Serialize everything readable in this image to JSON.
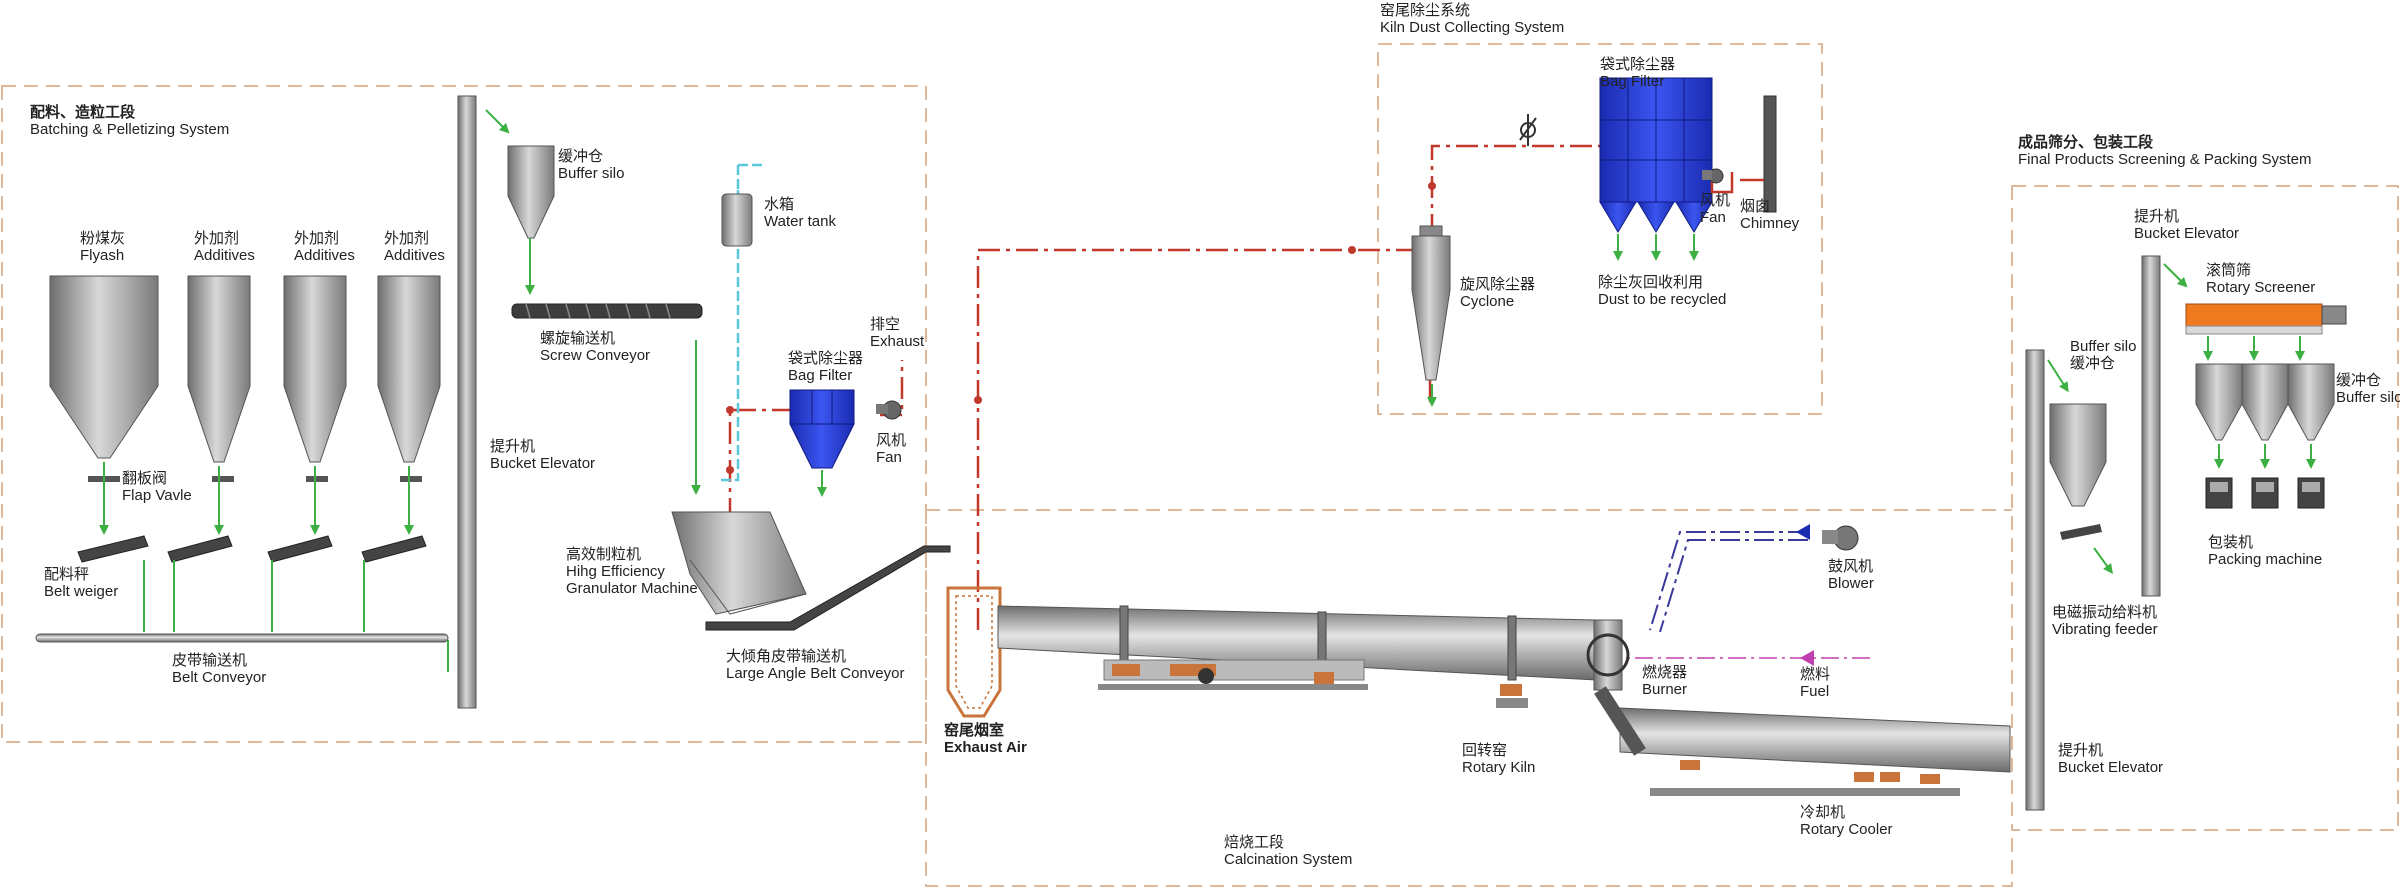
{
  "sections": {
    "batching": {
      "cn": "配料、造粒工段",
      "en": "Batching & Pelletizing System"
    },
    "kiln_dust": {
      "cn": "窑尾除尘系统",
      "en": "Kiln Dust Collecting System"
    },
    "final_products": {
      "cn": "成品筛分、包装工段",
      "en": "Final Products Screening & Packing System"
    },
    "calcination": {
      "cn": "焙烧工段",
      "en": "Calcination System"
    }
  },
  "equipment": {
    "flyash": {
      "cn": "粉煤灰",
      "en": "Flyash"
    },
    "additives1": {
      "cn": "外加剂",
      "en": "Additives"
    },
    "additives2": {
      "cn": "外加剂",
      "en": "Additives"
    },
    "additives3": {
      "cn": "外加剂",
      "en": "Additives"
    },
    "flap_valve": {
      "cn": "翻板阀",
      "en": "Flap Vavle"
    },
    "belt_weiger": {
      "cn": "配料秤",
      "en": "Belt weiger"
    },
    "belt_conveyor": {
      "cn": "皮带输送机",
      "en": "Belt Conveyor"
    },
    "bucket_elevator1": {
      "cn": "提升机",
      "en": "Bucket Elevator"
    },
    "buffer_silo1": {
      "cn": "缓冲仓",
      "en": "Buffer silo"
    },
    "screw_conveyor": {
      "cn": "螺旋输送机",
      "en": "Screw Conveyor"
    },
    "water_tank": {
      "cn": "水箱",
      "en": "Water tank"
    },
    "bag_filter1": {
      "cn": "袋式除尘器",
      "en": "Bag Filter"
    },
    "exhaust": {
      "cn": "排空",
      "en": "Exhaust"
    },
    "fan1": {
      "cn": "风机",
      "en": "Fan"
    },
    "granulator": {
      "cn": "高效制粒机",
      "en1": "Hihg Efficiency",
      "en2": "Granulator Machine"
    },
    "large_belt": {
      "cn": "大倾角皮带输送机",
      "en": "Large Angle Belt Conveyor"
    },
    "cyclone": {
      "cn": "旋风除尘器",
      "en": "Cyclone"
    },
    "bag_filter2": {
      "cn": "袋式除尘器",
      "en": "Bag Filter"
    },
    "fan2": {
      "cn": "风机",
      "en": "Fan"
    },
    "chimney": {
      "cn": "烟囱",
      "en": "Chimney"
    },
    "dust_recycled": {
      "cn": "除尘灰回收利用",
      "en": "Dust to be recycled"
    },
    "exhaust_air": {
      "cn": "窑尾烟室",
      "en": "Exhaust Air"
    },
    "rotary_kiln": {
      "cn": "回转窑",
      "en": "Rotary Kiln"
    },
    "blower": {
      "cn": "鼓风机",
      "en": "Blower"
    },
    "burner": {
      "cn": "燃烧器",
      "en": "Burner"
    },
    "fuel": {
      "cn": "燃料",
      "en": "Fuel"
    },
    "rotary_cooler": {
      "cn": "冷却机",
      "en": "Rotary Cooler"
    },
    "bucket_elevator2": {
      "cn": "提升机",
      "en": "Bucket Elevator"
    },
    "buffer_silo2": {
      "en": "Buffer silo",
      "cn": "缓冲仓"
    },
    "vibrating_feeder": {
      "cn": "电磁振动给料机",
      "en": "Vibrating feeder"
    },
    "bucket_elevator3": {
      "cn": "提升机",
      "en": "Bucket Elevator"
    },
    "rotary_screener": {
      "cn": "滚筒筛",
      "en": "Rotary Screener"
    },
    "buffer_silo3": {
      "cn": "缓冲仓",
      "en": "Buffer silo"
    },
    "packing": {
      "cn": "包装机",
      "en": "Packing machine"
    }
  },
  "colors": {
    "section_border": "#e0b89a",
    "gas_line": "#c0392b",
    "material_arrow": "#3cb043",
    "water_line": "#5bc8dc",
    "air_line": "#3a3a9a",
    "fuel_line": "#d070c0",
    "bag_filter": "#2a3fd8",
    "screener": "#f07a20",
    "support": "#c8743a",
    "steel": "#9a9a9a"
  }
}
